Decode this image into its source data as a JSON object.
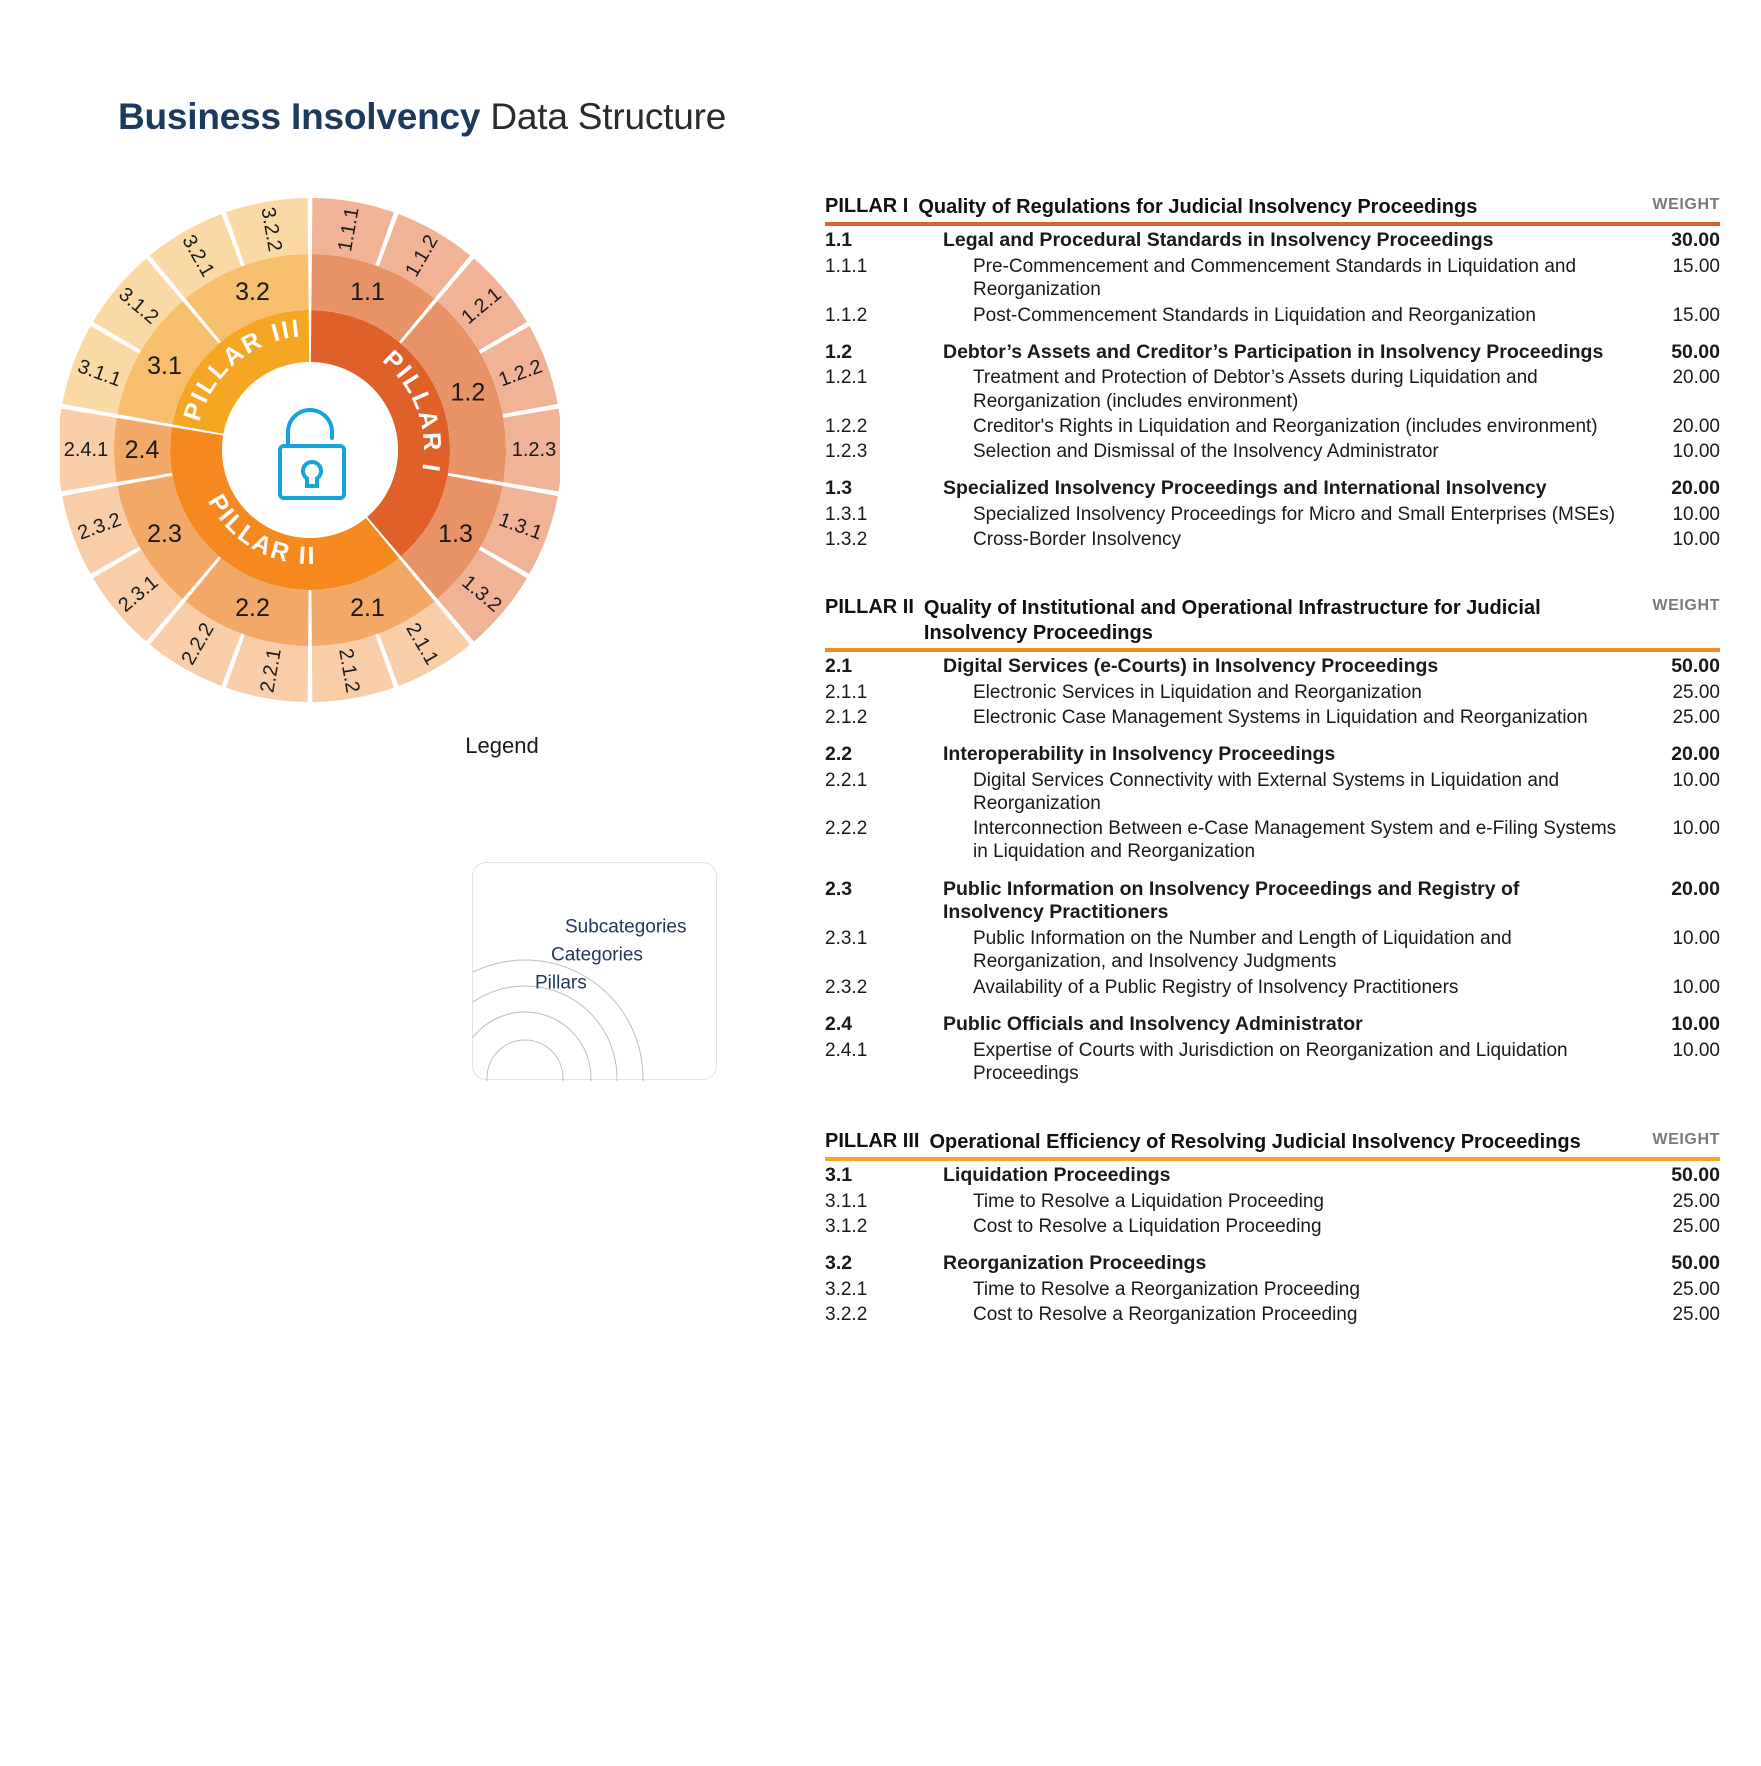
{
  "title": {
    "strong": "Business Insolvency",
    "light": "Data Structure"
  },
  "colors": {
    "pillar1": "#E0602A",
    "pillar2": "#F5881F",
    "pillar3": "#F5A623",
    "cat1": "#E89367",
    "cat2": "#F2A866",
    "cat3": "#F7BE6E",
    "sub1": "#F0B396",
    "sub2": "#F8CDA8",
    "sub3": "#FBD9A4",
    "rule1": "#E0602A",
    "rule2": "#F5881F",
    "rule3": "#F5A623",
    "title_strong": "#1b3a5c",
    "lock_icon": "#17A3DC"
  },
  "sunburst": {
    "center_icon": "lock-icon",
    "pillars": [
      {
        "label": "PILLAR I",
        "id": "1"
      },
      {
        "label": "PILLAR II",
        "id": "2"
      },
      {
        "label": "PILLAR III",
        "id": "3"
      }
    ],
    "categories": [
      "1.1",
      "1.2",
      "1.3",
      "2.1",
      "2.2",
      "2.3",
      "2.4",
      "3.1",
      "3.2"
    ],
    "subcategories": [
      "1.1.1",
      "1.1.2",
      "1.2.1",
      "1.2.2",
      "1.2.3",
      "1.3.1",
      "1.3.2",
      "2.1.1",
      "2.1.2",
      "2.2.1",
      "2.2.2",
      "2.3.1",
      "2.3.2",
      "2.4.1",
      "3.1.1",
      "3.1.2",
      "3.2.1",
      "3.2.2"
    ]
  },
  "legend": {
    "title": "Legend",
    "labels": [
      "Subcategories",
      "Categories",
      "Pillars"
    ]
  },
  "table": {
    "weight_header": "WEIGHT",
    "pillars": [
      {
        "num": "PILLAR I",
        "title": "Quality of Regulations for Judicial Insolvency Proceedings",
        "rows": [
          {
            "type": "cat",
            "num": "1.1",
            "label": "Legal and Procedural Standards in Insolvency Proceedings",
            "weight": "30.00"
          },
          {
            "type": "sub",
            "num": "1.1.1",
            "label": "Pre-Commencement and Commencement Standards in Liquidation and Reorganization",
            "weight": "15.00"
          },
          {
            "type": "sub",
            "num": "1.1.2",
            "label": "Post-Commencement Standards in Liquidation and Reorganization",
            "weight": "15.00"
          },
          {
            "type": "cat",
            "num": "1.2",
            "label": "Debtor’s Assets and Creditor’s Participation in Insolvency Proceedings",
            "weight": "50.00"
          },
          {
            "type": "sub",
            "num": "1.2.1",
            "label": "Treatment and Protection of Debtor’s Assets during Liquidation and Reorganization (includes environment)",
            "weight": "20.00"
          },
          {
            "type": "sub",
            "num": "1.2.2",
            "label": "Creditor's Rights in Liquidation and Reorganization (includes environment)",
            "weight": "20.00"
          },
          {
            "type": "sub",
            "num": "1.2.3",
            "label": "Selection and Dismissal of the Insolvency Administrator",
            "weight": "10.00"
          },
          {
            "type": "cat",
            "num": "1.3",
            "label": "Specialized Insolvency Proceedings and International Insolvency",
            "weight": "20.00"
          },
          {
            "type": "sub",
            "num": "1.3.1",
            "label": "Specialized Insolvency Proceedings for Micro and Small Enterprises (MSEs)",
            "weight": "10.00"
          },
          {
            "type": "sub",
            "num": "1.3.2",
            "label": "Cross-Border Insolvency",
            "weight": "10.00"
          }
        ]
      },
      {
        "num": "PILLAR II",
        "title": "Quality of Institutional and Operational Infrastructure for Judicial Insolvency Proceedings",
        "rows": [
          {
            "type": "cat",
            "num": "2.1",
            "label": "Digital Services (e-Courts) in Insolvency Proceedings",
            "weight": "50.00"
          },
          {
            "type": "sub",
            "num": "2.1.1",
            "label": "Electronic Services in Liquidation and Reorganization",
            "weight": "25.00"
          },
          {
            "type": "sub",
            "num": "2.1.2",
            "label": "Electronic Case Management Systems in Liquidation and Reorganization",
            "weight": "25.00"
          },
          {
            "type": "cat",
            "num": "2.2",
            "label": "Interoperability in Insolvency Proceedings",
            "weight": "20.00"
          },
          {
            "type": "sub",
            "num": "2.2.1",
            "label": "Digital Services Connectivity with External Systems in Liquidation and Reorganization",
            "weight": "10.00"
          },
          {
            "type": "sub",
            "num": "2.2.2",
            "label": "Interconnection Between e-Case Management System and e-Filing Systems in Liquidation and Reorganization",
            "weight": "10.00"
          },
          {
            "type": "cat",
            "num": "2.3",
            "label": "Public Information on Insolvency Proceedings and Registry of Insolvency Practitioners",
            "weight": "20.00"
          },
          {
            "type": "sub",
            "num": "2.3.1",
            "label": "Public Information on the Number and Length of Liquidation and Reorganization, and Insolvency Judgments",
            "weight": "10.00"
          },
          {
            "type": "sub",
            "num": "2.3.2",
            "label": "Availability of a Public Registry of Insolvency Practitioners",
            "weight": "10.00"
          },
          {
            "type": "cat",
            "num": "2.4",
            "label": "Public Officials and Insolvency Administrator",
            "weight": "10.00"
          },
          {
            "type": "sub",
            "num": "2.4.1",
            "label": "Expertise of Courts with Jurisdiction on Reorganization and Liquidation Proceedings",
            "weight": "10.00"
          }
        ]
      },
      {
        "num": "PILLAR III",
        "title": "Operational Efficiency of Resolving Judicial Insolvency Proceedings",
        "rows": [
          {
            "type": "cat",
            "num": "3.1",
            "label": "Liquidation Proceedings",
            "weight": "50.00"
          },
          {
            "type": "sub",
            "num": "3.1.1",
            "label": "Time to Resolve a Liquidation Proceeding",
            "weight": "25.00"
          },
          {
            "type": "sub",
            "num": "3.1.2",
            "label": "Cost to Resolve a Liquidation Proceeding",
            "weight": "25.00"
          },
          {
            "type": "cat",
            "num": "3.2",
            "label": "Reorganization Proceedings",
            "weight": "50.00"
          },
          {
            "type": "sub",
            "num": "3.2.1",
            "label": "Time to Resolve a Reorganization Proceeding",
            "weight": "25.00"
          },
          {
            "type": "sub",
            "num": "3.2.2",
            "label": "Cost to Resolve a Reorganization Proceeding",
            "weight": "25.00"
          }
        ]
      }
    ]
  }
}
